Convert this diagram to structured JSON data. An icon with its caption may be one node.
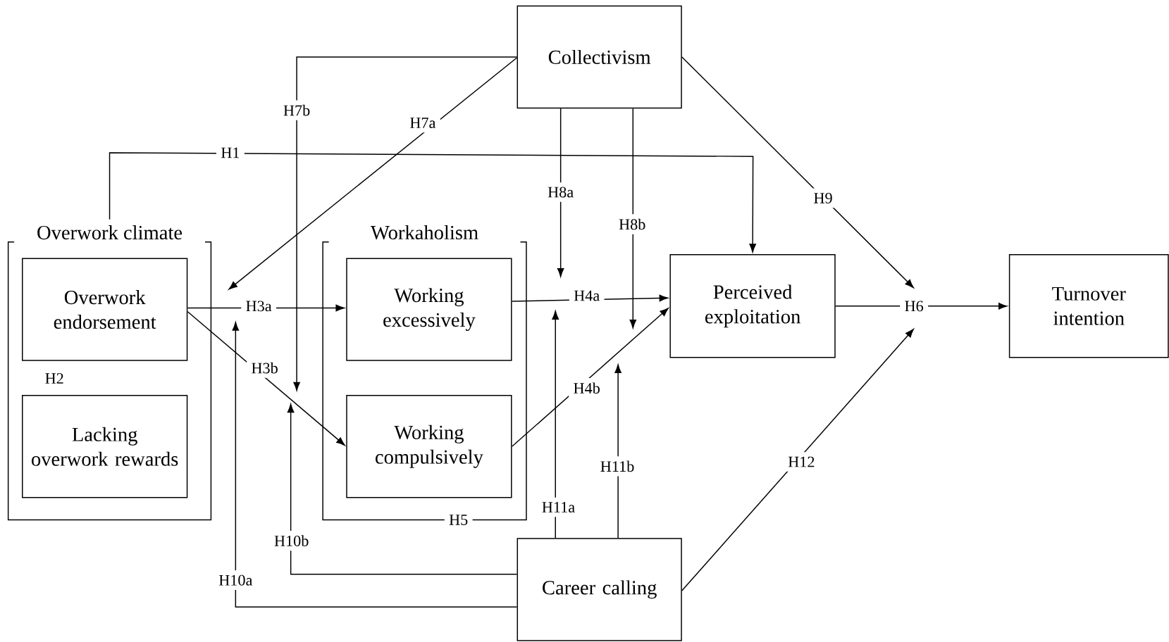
{
  "diagram": {
    "nodes": [
      {
        "text": [
          "Collectivism"
        ]
      },
      {
        "text": [
          "Overwork climate"
        ]
      },
      {
        "text": [
          "Overwork endorsement"
        ],
        "in": 1
      },
      {
        "text": [
          "Lacking overwork rewards"
        ],
        "in": 1
      },
      {
        "text": [
          "Workaholism"
        ]
      },
      {
        "text": [
          "Working excessively"
        ],
        "in": 4
      },
      {
        "text": [
          "Working compulsively"
        ],
        "in": 4
      },
      {
        "text": [
          "Perceived exploitation"
        ]
      },
      {
        "text": [
          "Turnover intention"
        ]
      },
      {
        "text": [
          "Career calling"
        ]
      }
    ],
    "edges": [
      {
        "from": 1,
        "to": 7,
        "arrow": "to",
        "label": "H1"
      },
      {
        "from": 2,
        "to": 5,
        "arrow": "to",
        "label": "H3a"
      },
      {
        "from": 2,
        "to": 6,
        "arrow": "to",
        "label": "H3b"
      },
      {
        "from": 5,
        "to": 7,
        "arrow": "to",
        "label": "H4a"
      },
      {
        "from": 6,
        "to": 7,
        "arrow": "to",
        "label": "H4b"
      },
      {
        "from": 7,
        "to": 8,
        "arrow": "to",
        "label": "H6"
      },
      {
        "from": 0,
        "to": null,
        "arrow": "to",
        "label": "H7a"
      },
      {
        "from": 0,
        "to": null,
        "arrow": "to",
        "label": "H7b"
      },
      {
        "from": 0,
        "to": null,
        "arrow": "to",
        "label": "H8a"
      },
      {
        "from": 0,
        "to": null,
        "arrow": "to",
        "label": "H8b"
      },
      {
        "from": 0,
        "to": null,
        "arrow": "to",
        "label": "H9"
      },
      {
        "from": 9,
        "to": null,
        "arrow": "to",
        "label": "H10a"
      },
      {
        "from": 9,
        "to": null,
        "arrow": "to",
        "label": "H10b"
      },
      {
        "from": 9,
        "to": null,
        "arrow": "to",
        "label": "H11a"
      },
      {
        "from": 9,
        "to": null,
        "arrow": "to",
        "label": "H11b"
      },
      {
        "from": 9,
        "to": null,
        "arrow": "to",
        "label": "H12"
      }
    ],
    "labels": [
      "H2",
      "H5"
    ]
  }
}
